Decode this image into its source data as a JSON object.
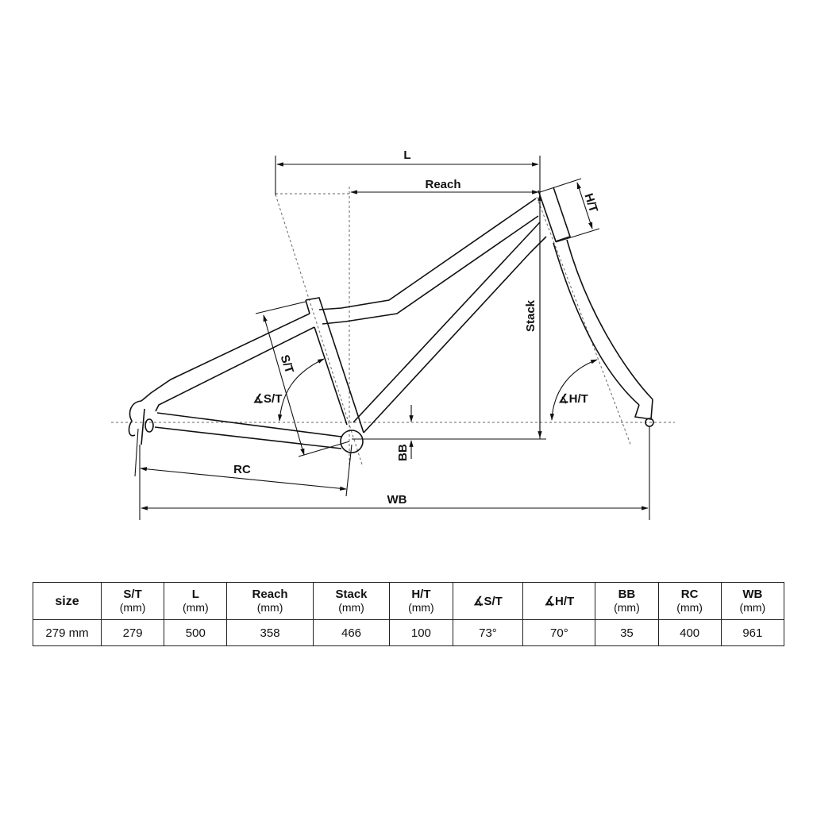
{
  "diagram": {
    "labels": {
      "L": "L",
      "reach": "Reach",
      "ht": "H/T",
      "stack": "Stack",
      "st": "S/T",
      "angle_st": "∡S/T",
      "angle_ht": "∡H/T",
      "bb": "BB",
      "rc": "RC",
      "wb": "WB"
    }
  },
  "table": {
    "headers": [
      {
        "label": "size",
        "unit": ""
      },
      {
        "label": "S/T",
        "unit": "(mm)"
      },
      {
        "label": "L",
        "unit": "(mm)"
      },
      {
        "label": "Reach",
        "unit": "(mm)"
      },
      {
        "label": "Stack",
        "unit": "(mm)"
      },
      {
        "label": "H/T",
        "unit": "(mm)"
      },
      {
        "label": "∡S/T",
        "unit": ""
      },
      {
        "label": "∡H/T",
        "unit": ""
      },
      {
        "label": "BB",
        "unit": "(mm)"
      },
      {
        "label": "RC",
        "unit": "(mm)"
      },
      {
        "label": "WB",
        "unit": "(mm)"
      }
    ],
    "rows": [
      [
        "279 mm",
        "279",
        "500",
        "358",
        "466",
        "100",
        "73°",
        "70°",
        "35",
        "400",
        "961"
      ]
    ]
  }
}
